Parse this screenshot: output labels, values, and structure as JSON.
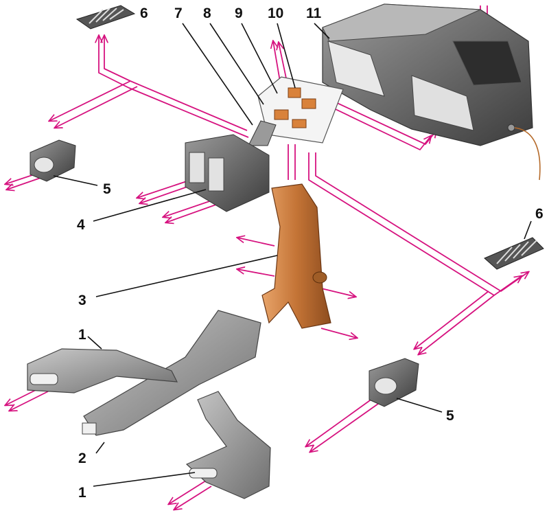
{
  "figure": {
    "callouts": [
      {
        "id": "c6-top",
        "label": "6"
      },
      {
        "id": "c7",
        "label": "7"
      },
      {
        "id": "c8",
        "label": "8"
      },
      {
        "id": "c9",
        "label": "9"
      },
      {
        "id": "c10",
        "label": "10"
      },
      {
        "id": "c11",
        "label": "11"
      },
      {
        "id": "c5-left",
        "label": "5"
      },
      {
        "id": "c4",
        "label": "4"
      },
      {
        "id": "c6-right",
        "label": "6"
      },
      {
        "id": "c3",
        "label": "3"
      },
      {
        "id": "c1-top",
        "label": "1"
      },
      {
        "id": "c5-right",
        "label": "5"
      },
      {
        "id": "c2",
        "label": "2"
      },
      {
        "id": "c1-bottom",
        "label": "1"
      }
    ]
  },
  "colors": {
    "airflow_arrow": "#d6127f",
    "duct_gray": "#8e8e8e",
    "duct_dark": "#555555",
    "center_duct": "#c77a3c",
    "flap_orange": "#d9823b",
    "wire": "#b56a2a"
  }
}
